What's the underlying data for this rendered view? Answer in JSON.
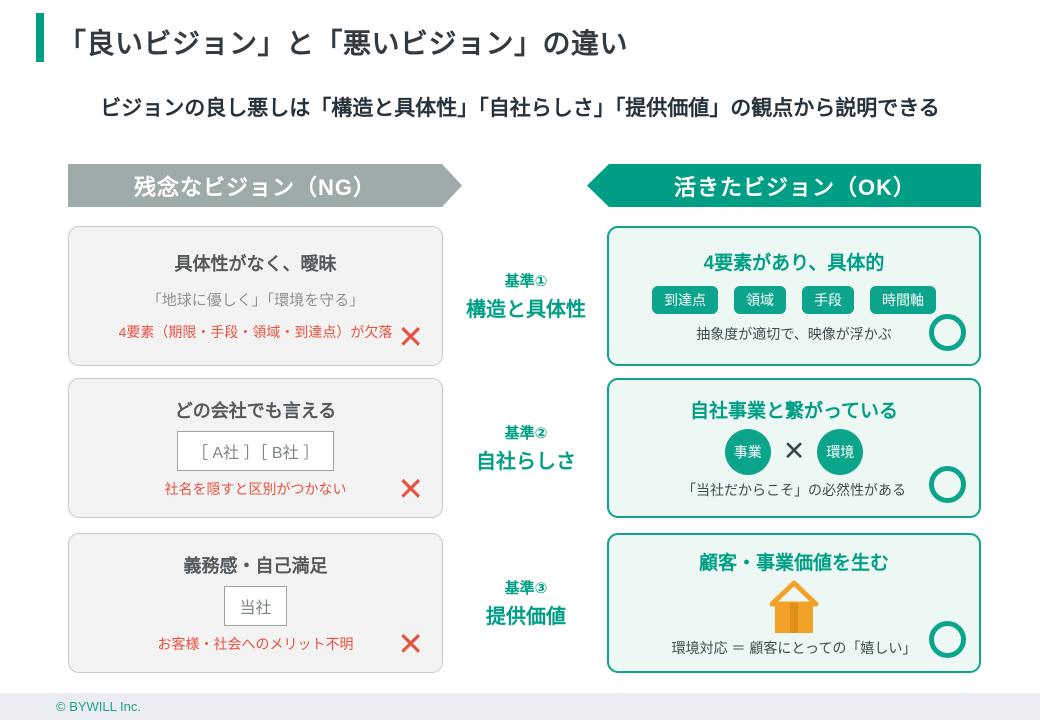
{
  "page": {
    "title": "「良いビジョン」と「悪いビジョン」の違い",
    "subtitle": "ビジョンの良し悪しは「構造と具体性」「自社らしさ」「提供価値」の観点から説明できる",
    "footer": "© BYWILL Inc."
  },
  "colors": {
    "teal": "#009e85",
    "gray_banner": "#9fabab",
    "red": "#e8503f",
    "orange": "#f2a327",
    "orange_dark": "#de8f15",
    "ok_card_bg": "#edf8f4",
    "ng_card_bg": "#f3f3f3",
    "footer_bg": "#ebedf2"
  },
  "banners": {
    "ng": "残念なビジョン（NG）",
    "ok": "活きたビジョン（OK）"
  },
  "criteria": [
    {
      "no": "基準①",
      "label": "構造と具体性"
    },
    {
      "no": "基準②",
      "label": "自社らしさ"
    },
    {
      "no": "基準③",
      "label": "提供価値"
    }
  ],
  "ng_cards": [
    {
      "title": "具体性がなく、曖昧",
      "example": "「地球に優しく」「環境を守る」",
      "problem": "4要素（期限・手段・領域・到達点）が欠落",
      "mark": "✕"
    },
    {
      "title": "どの会社でも言える",
      "example": "［ A社 ］［ B社 ］",
      "problem": "社名を隠すと区別がつかない",
      "mark": "✕"
    },
    {
      "title": "義務感・自己満足",
      "example": "当社",
      "problem": "お客様・社会へのメリット不明",
      "mark": "✕"
    }
  ],
  "ok_cards": [
    {
      "title": "4要素があり、具体的",
      "badges": [
        "到達点",
        "領域",
        "手段",
        "時間軸"
      ],
      "note": "抽象度が適切で、映像が浮かぶ"
    },
    {
      "title": "自社事業と繋がっている",
      "circles": [
        "事業",
        "環境"
      ],
      "cross": "✕",
      "note": "「当社だからこそ」の必然性がある"
    },
    {
      "title": "顧客・事業価値を生む",
      "icon": "house-icon",
      "note": "環境対応 ＝ 顧客にとっての「嬉しい」"
    }
  ]
}
